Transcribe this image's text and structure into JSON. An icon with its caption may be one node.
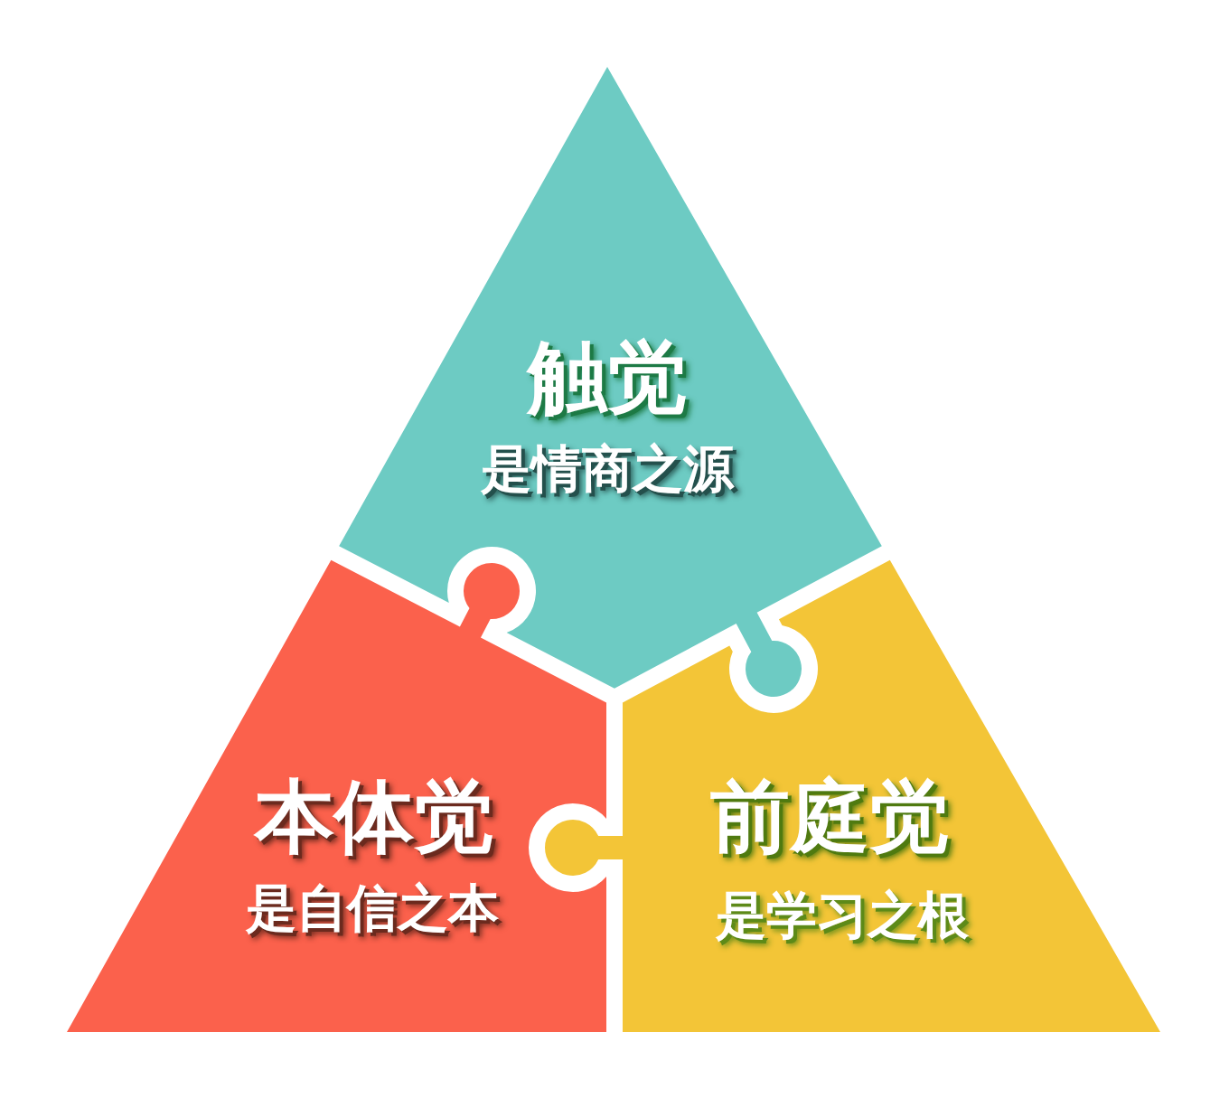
{
  "diagram": {
    "nodes": [
      {
        "text": [
          "触觉",
          "是情商之源"
        ]
      },
      {
        "text": [
          "本体觉",
          "是自信之本"
        ]
      },
      {
        "text": [
          "前庭觉",
          "是学习之根"
        ]
      }
    ]
  }
}
